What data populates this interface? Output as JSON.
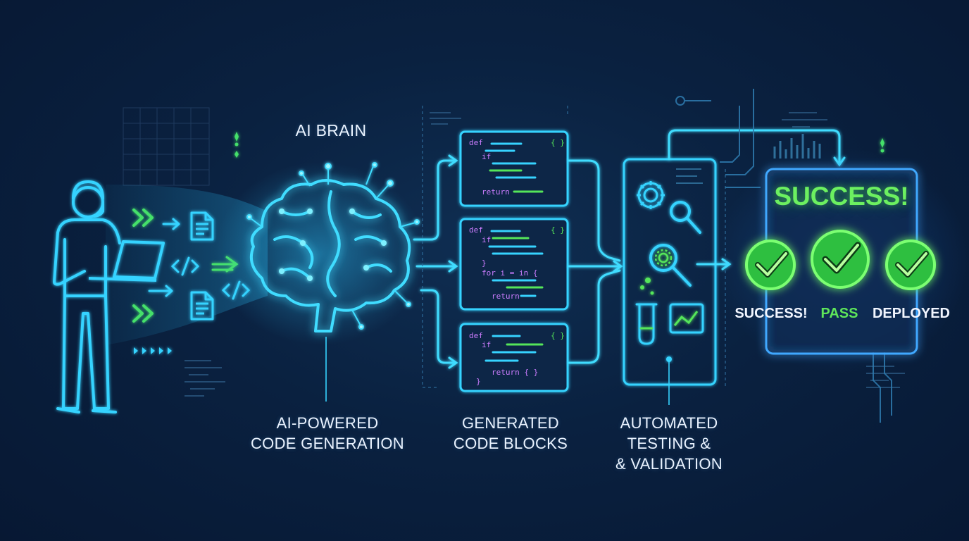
{
  "diagram": {
    "brain_title": "AI BRAIN",
    "steps": [
      {
        "line1": "AI-POWERED",
        "line2": "CODE GENERATION"
      },
      {
        "line1": "GENERATED",
        "line2": "CODE BLOCKS"
      },
      {
        "line1": "AUTOMATED",
        "line2": "TESTING &",
        "line3": "& VALIDATION"
      }
    ],
    "result": {
      "headline": "SUCCESS!",
      "badges": [
        "SUCCESS!",
        "PASS",
        "DEPLOYED"
      ]
    },
    "code_blocks": [
      {
        "lines": [
          "def",
          "if",
          "return"
        ],
        "brace": "{ }"
      },
      {
        "lines": [
          "def",
          "if",
          "}",
          "for i = in {",
          "return"
        ],
        "brace": "{ }"
      },
      {
        "lines": [
          "def",
          "if",
          "return { }",
          "}"
        ],
        "brace": "{ }"
      }
    ],
    "colors": {
      "accent_cyan": "#39d6ff",
      "accent_green": "#55e65a",
      "background": "#0a2140"
    },
    "icons": [
      "headset-developer-icon",
      "laptop-icon",
      "document-icon",
      "code-tag-icon",
      "brain-icon",
      "gear-icon",
      "magnifier-icon",
      "test-tube-icon",
      "chart-icon",
      "checkmark-badge-icon"
    ]
  }
}
